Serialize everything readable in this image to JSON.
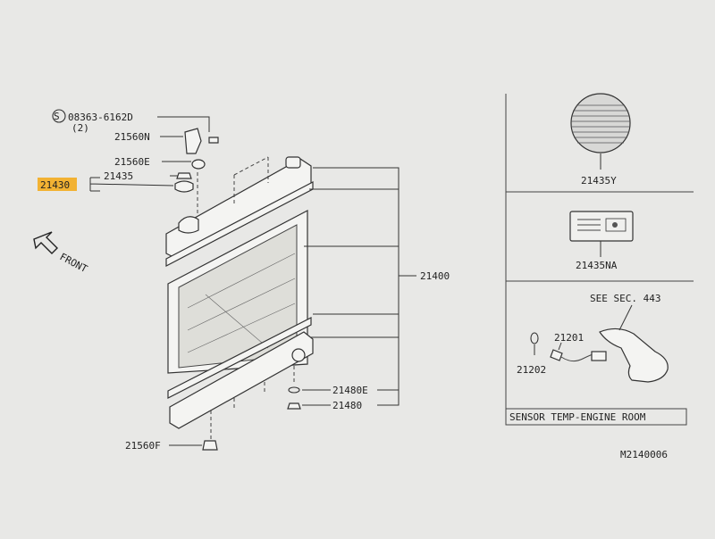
{
  "labels": {
    "screw": "08363-6162D",
    "screw_qty": "(2)",
    "screw_symbol": "S",
    "bracket": "21560N",
    "mount_upper": "21560E",
    "cap": "21435",
    "cap_assy": "21430",
    "front": "FRONT",
    "radiator": "21400",
    "drain_washer": "21480E",
    "drain_plug": "21480",
    "mount_lower": "21560F",
    "label_y": "21435Y",
    "label_na": "21435NA",
    "see_sec": "SEE SEC. 443",
    "sensor": "21201",
    "washer": "21202",
    "sensor_box_title": "SENSOR TEMP-ENGINE ROOM",
    "code": "M2140006"
  },
  "colors": {
    "background": "#e8e8e6",
    "line": "#333333",
    "highlight": "#f2b233"
  }
}
